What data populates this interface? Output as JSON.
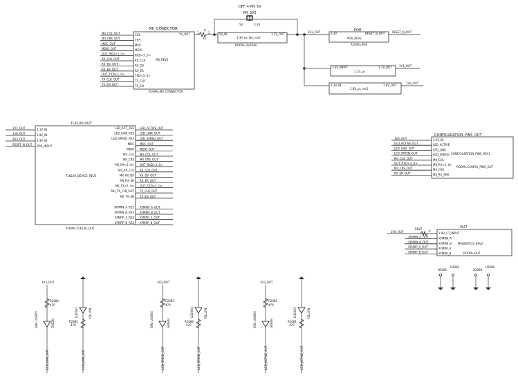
{
  "header": {
    "note": "OFF = MII 5V",
    "switch_label": "MII 3V3",
    "switch_left": "5V",
    "switch_right": "3.3V"
  },
  "mii_connector": {
    "title": "MII_CONECTOR",
    "ref": "MII_REV2",
    "footer": "ROOM=MII_CONNECTOR",
    "out_pin": "5V_OUT",
    "nets": [
      "MII_COL_OUT",
      "MII_CRS_OUT",
      "MDC_OUT",
      "MDIO_OUT",
      "OUT_RXD<3..0>",
      "RX_CLK_OUT",
      "RX_DV_OUT",
      "RX_ER_OUT",
      "OUT_TXD<3..0>",
      "TX_CLK_OUT",
      "TX_EN_OUT"
    ],
    "pins": [
      "COL",
      "CRS",
      "MDC",
      "MDIO",
      "RXD<3..0>",
      "RX_CLK",
      "RX_DV",
      "RX_ER",
      "TXD<3..0>",
      "TX_CLK",
      "TX_EN"
    ]
  },
  "resistor_top": {
    "ref": "R2",
    "value": "0",
    "pin1": "1",
    "pin2": "2"
  },
  "regulator": {
    "in": "5V_IN",
    "out": "3.3V_OUT",
    "ref": "3.3V_ps_ldo_rev2",
    "footer": "ROOM=3V3REG"
  },
  "net_3v3": "3V3_OUT",
  "por": {
    "title": "POR",
    "in": "3.3V",
    "out": "RESET_N_OUT",
    "ref": "POR_REV2",
    "footer": "ROOM=POR",
    "net": "RESET_N_OUT"
  },
  "reg_1v1": {
    "in": "3.3V_INPUT",
    "out": "1.1V_OUT",
    "ref": "1.1V_ps",
    "net": "1V1_OUT"
  },
  "reg_1v8": {
    "in": "3.3V_IN",
    "out": "1.8V_OUT",
    "ref": "1.8V_ps_rev2",
    "net": "1V8_OUT"
  },
  "tlk100": {
    "title": "TLK100 OUT",
    "ref": "TLK100_DEVICE_REV2",
    "footer": "ROOM=TLK100_OUT",
    "left_nets": [
      "1V1_OUT",
      "1V8_OUT",
      "3V3_OUT",
      "RESET_N_OUT"
    ],
    "left_pins": [
      "1.1V_IN",
      "1.8V_IN",
      "3.3V_IN",
      "POR_INPUT"
    ],
    "right_pins": [
      "LED_ACT_RES",
      "LED_LINK_RES",
      "LED_SPEED_RES",
      "MDC",
      "MDIO",
      "MII_COL",
      "MII_CRS",
      "MII_RX<3..0>",
      "MII_RX_CLK",
      "MII_RX_DV",
      "MII_RX_ER",
      "MII_TX<3..0>",
      "MII_TX_CLK_OUT",
      "MII_TX_EN",
      "XFMRN_A_RES",
      "XFMRN_B_RES",
      "XFMRP_A_RES",
      "XFMRP_B_RES"
    ],
    "right_nets": [
      "LED_ACTIVE_OUT",
      "LED_LINK_OUT",
      "LED_SPEED_OUT",
      "MDC_OUT",
      "MDIO_OUT",
      "MII_COL_OUT",
      "MII_CRS_OUT",
      "OUT_RXD<3..0>",
      "RX_CLK_OUT",
      "RX_DV_OUT",
      "RX_ER_OUT",
      "OUT_TXD<3..0>",
      "TX_CLK_OUT",
      "TX_EN_OUT",
      "XFMRN_A_OUT",
      "XFMRN_B_OUT",
      "XFMRP_A_OUT",
      "XFMRP_B_OUT"
    ]
  },
  "config": {
    "title": "CONFIGURATION_PINS_OUT",
    "ref": "CONFIGURATION_PINS_REV2",
    "footer": "ROOM=CONFIG_PINS_OUT",
    "nets": [
      "3V3_OUT",
      "LED_ACTIVE_OUT",
      "LED_LINK_OUT",
      "LED_SPEED_OUT",
      "MII_COL_OUT",
      "OUT_RXD<3..0>",
      "MII_CRS_OUT",
      "RX_ER_OUT"
    ],
    "pins": [
      "3.3V_IN",
      "LED_ACTIVE",
      "LED_LINK",
      "LED_SPEED",
      "MII_COL",
      "MII_RX<3..0>",
      "MII_CRS",
      "MII_RX_ERR"
    ]
  },
  "out_block": {
    "title": "OUT",
    "ref": "MAGNETICS_REV2",
    "footer": "ROOM=OUT",
    "resistor": {
      "ref": "R887",
      "value": "0"
    },
    "nets": [
      "1V8_OUT",
      "XFMRN_A_OUT",
      "XFMRN_B_OUT",
      "XFMRP_A_OUT",
      "XFMRP_B_OUT"
    ],
    "pins": [
      "1.8V_CT_INPUT",
      "XFMRN_A",
      "XFMRN_B",
      "XFMRP_A",
      "XFMRP_B"
    ]
  },
  "mounting": [
    "H2081",
    "H2082",
    "H2083",
    "H2080"
  ],
  "led_circuits": [
    {
      "supply": "3V3_OUT",
      "net": "LED_LINK_OUT",
      "res": "R2084",
      "res_val": "470",
      "led_color": "GREEN",
      "led_part": "SML-LX0805",
      "res2": "R2085",
      "res2_val": "470",
      "led2": "LD2081",
      "led2_color": "YELLOW"
    },
    {
      "supply": "3V3_OUT",
      "net": "LED_SPEED_OUT",
      "res": "R2083",
      "res_val": "470",
      "led_color": "GREEN",
      "led_part": "SML-LX0805",
      "res2": "R2086",
      "res2_val": "470",
      "led2": "LD2084",
      "led2_color": "YELLOW"
    },
    {
      "supply": "3V3_OUT",
      "net": "LED_ACTIVE_OUT",
      "res": "R2082",
      "res_val": "470",
      "led_color": "GREEN",
      "led_part": "SML-LX0805",
      "res2": "R2081",
      "res2_val": "470",
      "led2": "LD2083",
      "led2_color": "YELLOW"
    }
  ]
}
